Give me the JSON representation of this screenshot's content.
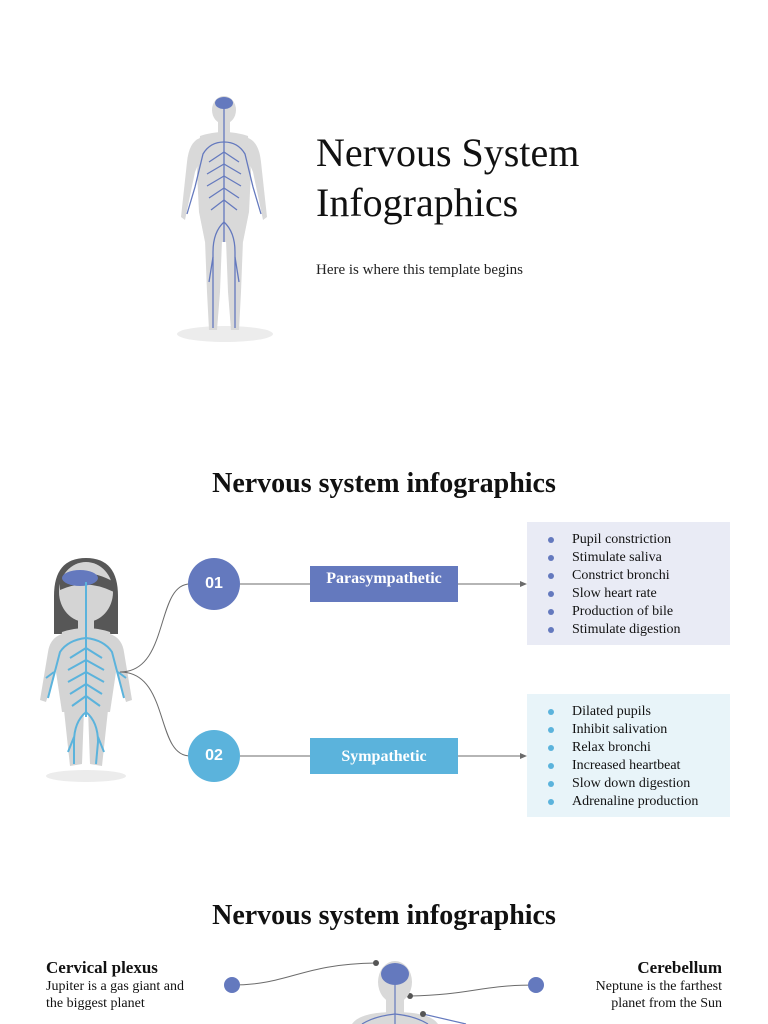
{
  "hero": {
    "title": "Nervous System Infographics",
    "subtitle": "Here is where this template begins"
  },
  "section2": {
    "title": "Nervous system infographics",
    "items": [
      {
        "number": "01",
        "label": "Parasympathetic",
        "color": "#6479be",
        "effects": [
          "Pupil constriction",
          "Stimulate saliva",
          "Constrict bronchi",
          "Slow heart rate",
          "Production of bile",
          "Stimulate digestion"
        ]
      },
      {
        "number": "02",
        "label": "Sympathetic",
        "color": "#5bb3dc",
        "effects": [
          "Dilated pupils",
          "Inhibit salivation",
          "Relax bronchi",
          "Increased heartbeat",
          "Slow down digestion",
          "Adrenaline production"
        ]
      }
    ]
  },
  "section3": {
    "title": "Nervous system infographics",
    "left": {
      "title": "Cervical plexus",
      "desc_line1": "Jupiter is a gas giant and",
      "desc_line2": "the biggest planet"
    },
    "right": {
      "title": "Cerebellum",
      "desc_line1": "Neptune is the farthest",
      "desc_line2": "planet from the Sun"
    }
  }
}
